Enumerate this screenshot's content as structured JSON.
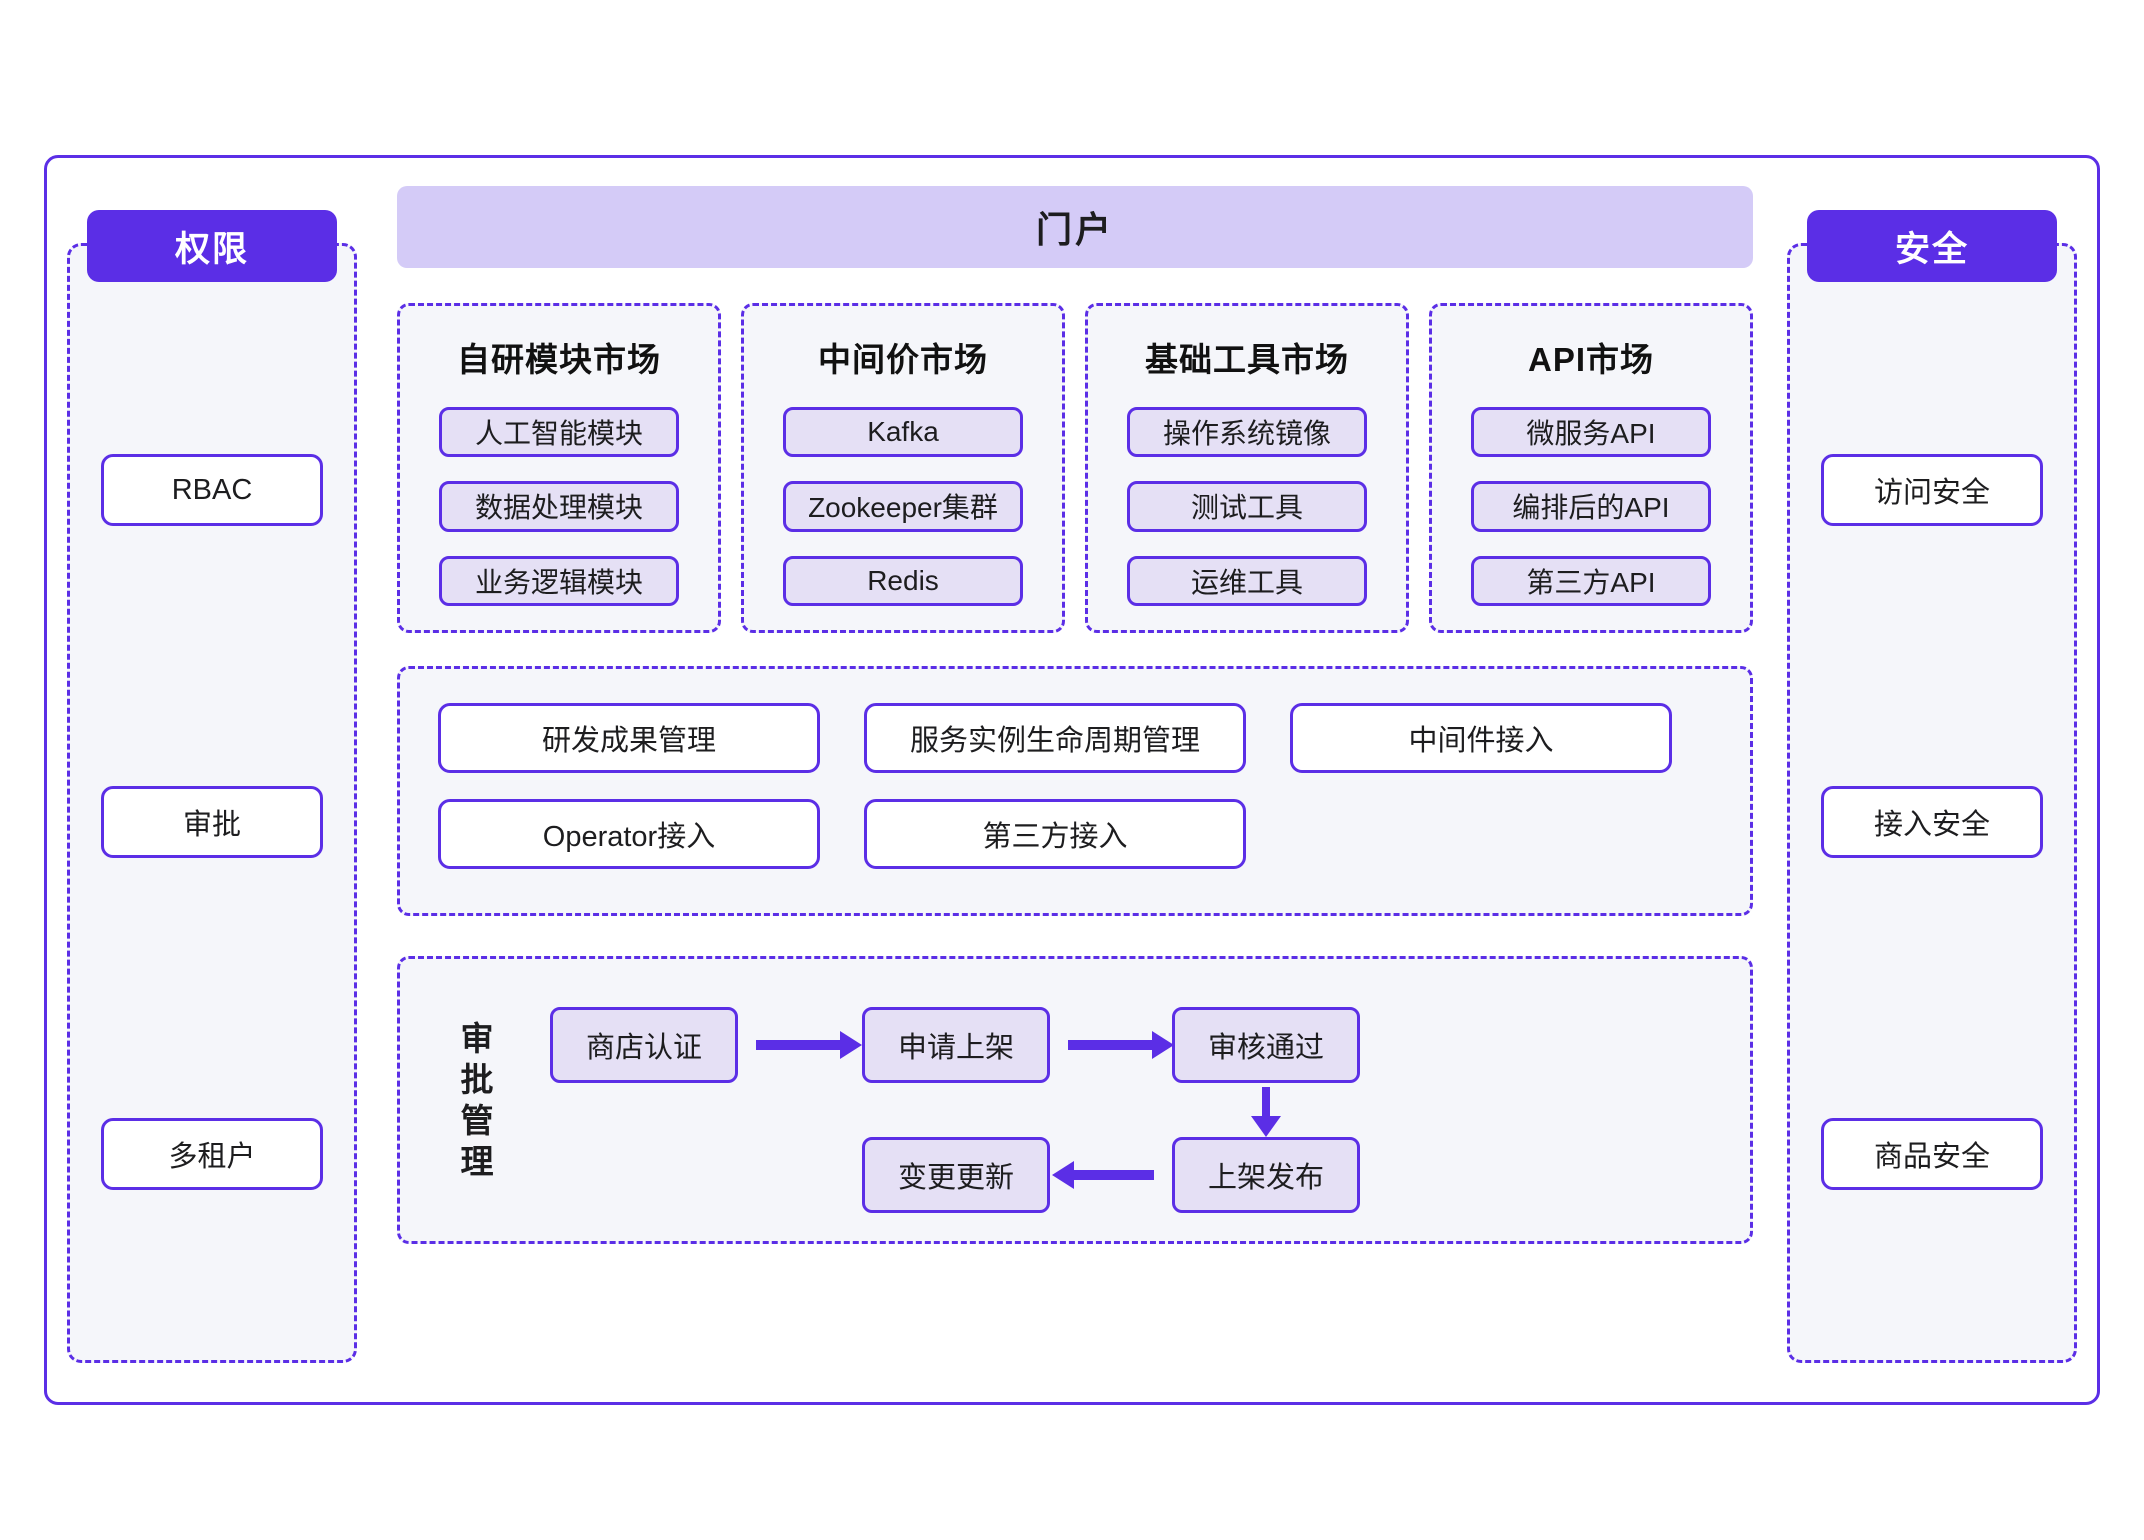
{
  "permission": {
    "title": "权限",
    "items": [
      "RBAC",
      "审批",
      "多租户"
    ]
  },
  "security": {
    "title": "安全",
    "items": [
      "访问安全",
      "接入安全",
      "商品安全"
    ]
  },
  "portal": {
    "title": "门户"
  },
  "markets": [
    {
      "title": "自研模块市场",
      "items": [
        "人工智能模块",
        "数据处理模块",
        "业务逻辑模块"
      ]
    },
    {
      "title": "中间价市场",
      "items": [
        "Kafka",
        "Zookeeper集群",
        "Redis"
      ]
    },
    {
      "title": "基础工具市场",
      "items": [
        "操作系统镜像",
        "测试工具",
        "运维工具"
      ]
    },
    {
      "title": "API市场",
      "items": [
        "微服务API",
        "编排后的API",
        "第三方API"
      ]
    }
  ],
  "capabilities": {
    "row1": [
      "研发成果管理",
      "服务实例生命周期管理",
      "中间件接入"
    ],
    "row2": [
      "Operator接入",
      "第三方接入"
    ]
  },
  "approval": {
    "label": "审批管理",
    "steps": [
      "商店认证",
      "申请上架",
      "审核通过",
      "上架发布",
      "变更更新"
    ]
  },
  "colors": {
    "accent": "#5b2ee6",
    "portal_bg": "#d4cbf7",
    "pill_bg": "#e5e0f5",
    "panel_bg": "#f5f6fa"
  }
}
